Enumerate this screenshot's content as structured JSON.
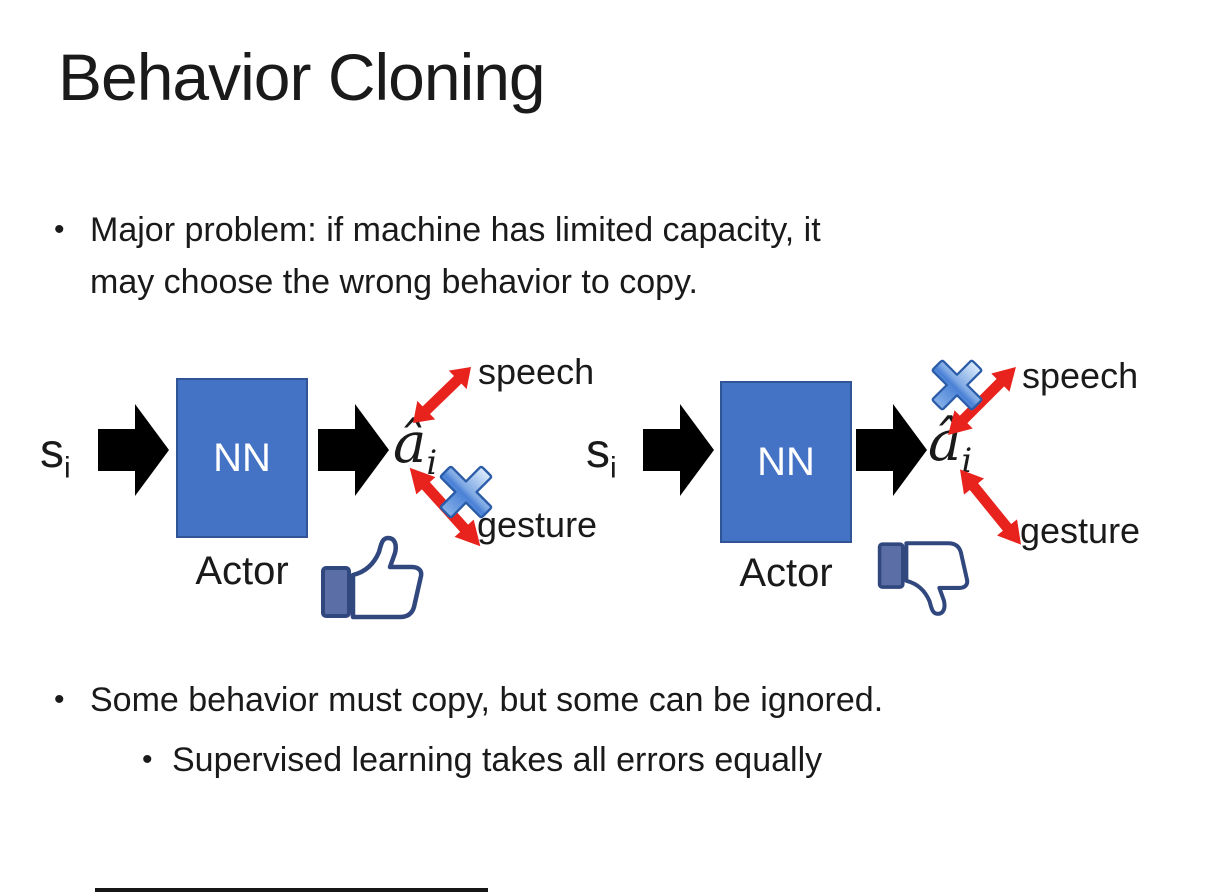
{
  "slide": {
    "title": "Behavior Cloning",
    "bullets": {
      "marker": "•",
      "b1_line1": "Major problem: if machine has limited capacity, it",
      "b1_line2": "may choose the wrong behavior to copy.",
      "b2": "Some behavior must copy, but some can be ignored.",
      "b2_sub": "Supervised learning takes all errors equally"
    }
  },
  "diagram": {
    "input_label": "s",
    "input_subscript": "i",
    "nn_label": "NN",
    "actor_label": "Actor",
    "output_label": "â",
    "output_subscript": "i",
    "speech_label": "speech",
    "gesture_label": "gesture"
  },
  "icons": {
    "block_arrow": "black right block arrow",
    "double_arrow": "red double-headed arrow",
    "cross": "glossy blue X (ignored behavior)",
    "thumbs_up": "thumbs-up (correct copying)",
    "thumbs_down": "thumbs-down (wrong copying)"
  },
  "colors": {
    "text": "#1a1a1a",
    "nn_box_fill": "#4472c4",
    "nn_box_border": "#2f5597",
    "nn_text": "#ffffff",
    "block_arrow": "#000000",
    "double_arrow_red": "#e8231d",
    "cross_blue": "#4b82d6",
    "cross_border": "#2b5ca8",
    "thumb_outline": "#31487f",
    "thumb_cuff": "#5b6ea6",
    "thumb_fill": "#ffffff"
  }
}
